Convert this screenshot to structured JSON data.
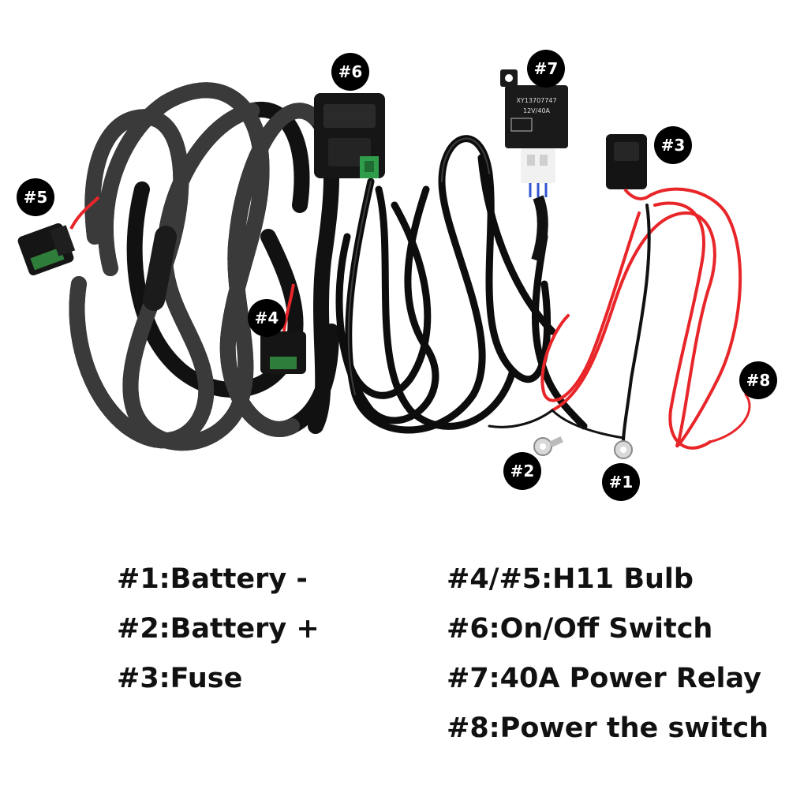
{
  "callouts": {
    "c1": "#1",
    "c2": "#2",
    "c3": "#3",
    "c4": "#4",
    "c5": "#5",
    "c6": "#6",
    "c7": "#7",
    "c8": "#8"
  },
  "relay_label": {
    "line1": "XY13707747",
    "line2": "12V/40A"
  },
  "legend": {
    "left": [
      "#1:Battery -",
      "#2:Battery +",
      "#3:Fuse"
    ],
    "right": [
      "#4/#5:H11 Bulb",
      "#6:On/Off Switch",
      "#7:40A Power Relay",
      "#8:Power the switch"
    ]
  }
}
